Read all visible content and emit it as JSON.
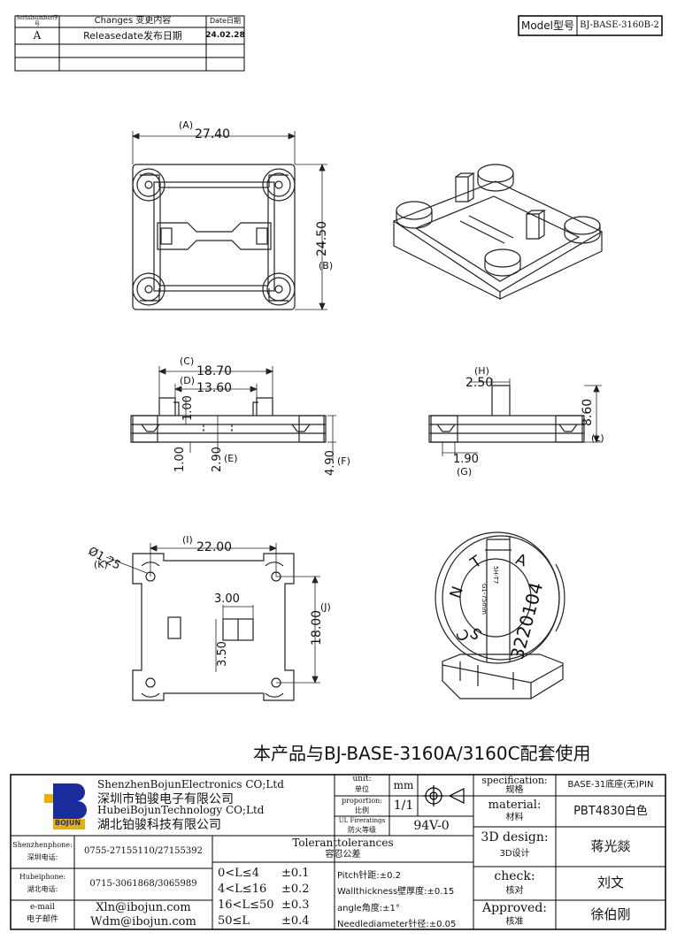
{
  "revision_table": {
    "headers": {
      "serial": "Serialnumber序号",
      "changes": "Changes 变更内容",
      "date": "Date日期"
    },
    "rows": [
      {
        "serial": "A",
        "changes": "Releasedate发布日期",
        "date": "24.02.28"
      }
    ]
  },
  "model": {
    "label": "Model型号",
    "value": "BJ-BASE-3160B-2"
  },
  "top_view": {
    "width_letter": "(A)",
    "width_value": "27.40",
    "height_value": "24.50",
    "height_letter": "(B)"
  },
  "front_view": {
    "c_letter": "(C)",
    "c_value": "18.70",
    "d_letter": "(D)",
    "d_value": "13.60",
    "tab_value": "1.00",
    "base_value": "1.00",
    "e_value": "2.90",
    "e_letter": "(E)",
    "f_value": "4.90",
    "f_letter": "(F)"
  },
  "side_view": {
    "h_letter": "(H)",
    "h_value": "2.50",
    "l_value": "8.60",
    "l_letter": "(L)",
    "g_value": "1.90",
    "g_letter": "(G)"
  },
  "bottom_view": {
    "hole_value": "Ø1.25",
    "k_letter": "(K)",
    "i_letter": "(I)",
    "i_value": "22.00",
    "j_value": "18.00",
    "j_letter": "(J)",
    "slot_w": "3.00",
    "slot_h": "3.50"
  },
  "render_labels": {
    "n": "N",
    "t": "T",
    "c": "C",
    "a": "A",
    "s": "S",
    "big_number": "3220104",
    "label1": "G1-75mm",
    "label2": "5H-T7"
  },
  "note": "本产品与BJ-BASE-3160A/3160C配套使用",
  "title_block": {
    "company": {
      "sz_en": "ShenzhenBojunElectronics CO;Ltd",
      "sz_zh": "深圳市铂骏电子有限公司",
      "hb_en": "HubeiBojunTechnology CO;Ltd",
      "hb_zh": "湖北铂骏科技有限公司",
      "logo_text": "BOJUN"
    },
    "unit_label_en": "unit:",
    "unit_label_zh": "单位",
    "unit_value": "mm",
    "proportion_label_en": "proportion:",
    "proportion_label_zh": "比例",
    "proportion_value": "1/1",
    "ul_label_en": "UL Fireratings",
    "ul_label_zh": "防火等级",
    "ul_value": "94V-0",
    "spec_label_en": "specification:",
    "spec_label_zh": "规格",
    "spec_value": "BASE-31底座(无)PIN",
    "material_label_en": "material:",
    "material_label_zh": "材料",
    "material_value": "PBT4830白色",
    "design_label_en": "3D design:",
    "design_label_zh": "3D设计",
    "design_value": "蒋光燚",
    "check_label_en": "check:",
    "check_label_zh": "核对",
    "check_value": "刘文",
    "approved_label_en": "Approved:",
    "approved_label_zh": "核准",
    "approved_value": "徐伯刚",
    "phone_sz_label_en": "Shenzhenphone:",
    "phone_sz_label_zh": "深圳电话:",
    "phone_sz_value": "0755-27155110/27155392",
    "phone_hb_label_en": "Hubeiphone:",
    "phone_hb_label_zh": "湖北电话:",
    "phone_hb_value": "0715-3061868/3065989",
    "email_label_en": "e-mail",
    "email_label_zh": "电子邮件",
    "email_1": "Xln@ibojun.com",
    "email_2": "Wdm@ibojun.com",
    "tol_title_en": "Toleranttolerances",
    "tol_title_zh": "容忍公差",
    "tol_rows": [
      {
        "range": "0<L≤4",
        "value": "±0.1"
      },
      {
        "range": "4<L≤16",
        "value": "±0.2"
      },
      {
        "range": "16<L≤50",
        "value": "±0.3"
      },
      {
        "range": "50≤L",
        "value": "±0.4"
      }
    ],
    "tol_notes": [
      "Pitch针距:±0.2",
      "Wallthickness壁厚度:±0.15",
      "angle角度:±1°",
      "Needlediameter针径:±0.05"
    ]
  }
}
